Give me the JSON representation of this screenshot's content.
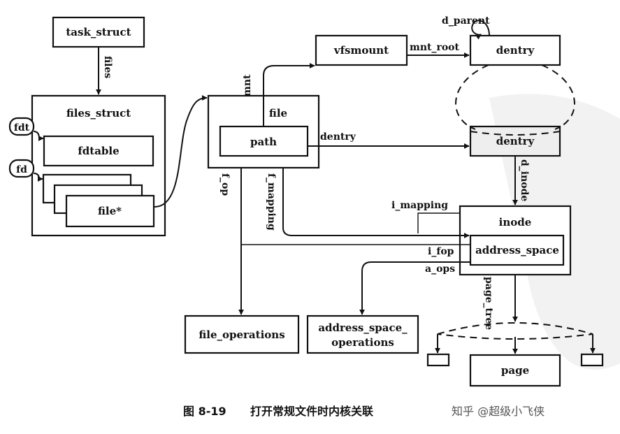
{
  "nodes": {
    "task_struct": "task_struct",
    "files_struct": "files_struct",
    "fdtable": "fdtable",
    "file_ptr": "file*",
    "file": "file",
    "path": "path",
    "vfsmount": "vfsmount",
    "dentry_root": "dentry",
    "dentry": "dentry",
    "inode": "inode",
    "address_space": "address_space",
    "file_operations": "file_operations",
    "address_space_operations_1": "address_space_",
    "address_space_operations_2": "operations",
    "page": "page"
  },
  "edges": {
    "files": "files",
    "fdt": "fdt",
    "fd": "fd",
    "mnt": "mnt",
    "mnt_root": "mnt_root",
    "d_parent": "d_parent",
    "dentry": "dentry",
    "d_inode": "d_inode",
    "f_op": "f_op",
    "f_mapping": "f_mapping",
    "i_mapping": "i_mapping",
    "i_fop": "i_fop",
    "a_ops": "a_ops",
    "page_tree": "page_tree"
  },
  "caption": {
    "figure_number": "图 8-19",
    "title": "打开常规文件时内核关联"
  },
  "watermark": "知乎 @超级小飞侠"
}
